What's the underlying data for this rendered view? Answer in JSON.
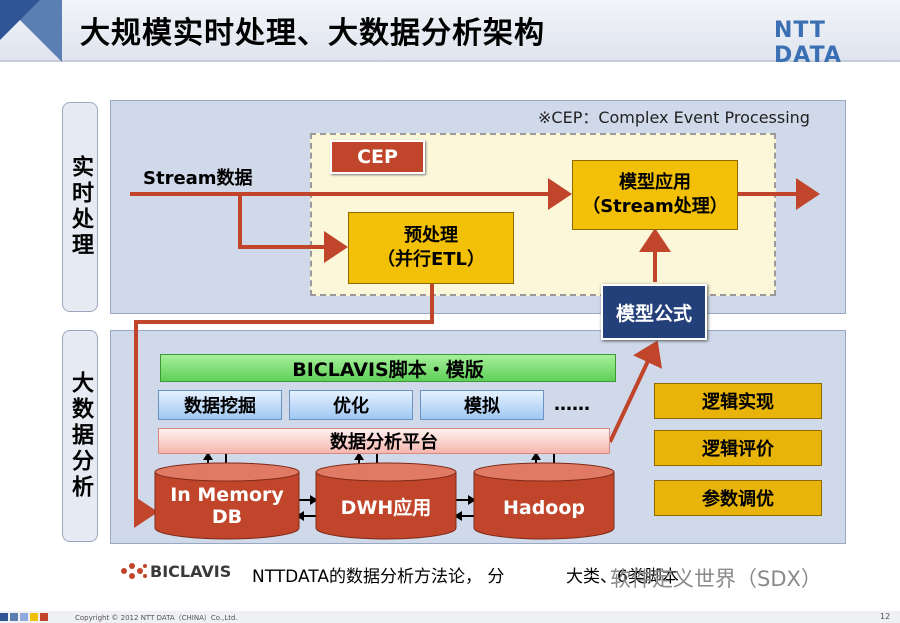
{
  "header": {
    "title": "大规模实时处理、大数据分析架构",
    "brand": "NTT DATA"
  },
  "realtime_section": {
    "label": "实时处理",
    "cep_note": "※CEP：Complex Event Processing",
    "cep_label": "CEP",
    "stream_label": "Stream数据",
    "preprocess": {
      "line1": "预处理",
      "line2": "（并行ETL）"
    },
    "model_apply": {
      "line1": "模型应用",
      "line2": "（Stream处理）"
    },
    "model_formula": "模型公式"
  },
  "analysis_section": {
    "label": "大数据分析",
    "template_bar": "BICLAVIS脚本・模版",
    "methods": [
      "数据挖掘",
      "优化",
      "模拟"
    ],
    "ellipsis": "……",
    "platform_bar": "数据分析平台",
    "stores": [
      {
        "line1": "In Memory",
        "line2": "DB"
      },
      {
        "line1": "DWH应用",
        "line2": ""
      },
      {
        "line1": "Hadoop",
        "line2": ""
      }
    ],
    "logic_boxes": [
      "逻辑实现",
      "逻辑评价",
      "参数调优"
    ]
  },
  "bottom": {
    "logo_text": "BICLAVIS",
    "caption": "NTTDATA的数据分析方法论，  分",
    "caption_tail": "大类、6类脚本",
    "watermark": "软件定义世界（SDX）"
  },
  "footer": {
    "copyright": "Copyright © 2012 NTT DATA（CHINA）Co.,Ltd.",
    "page": "12"
  },
  "colors": {
    "arrow": "#c0452a",
    "panel": "#cfd9ea",
    "yellow_box": "#f3c008",
    "navy": "#23407a"
  }
}
